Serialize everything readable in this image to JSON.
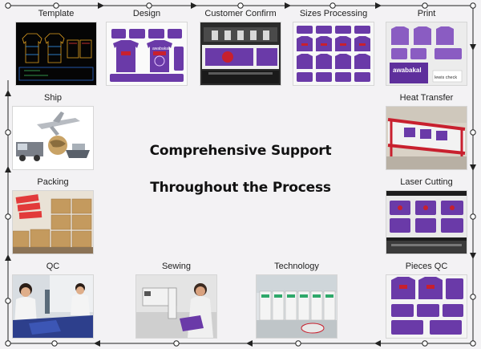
{
  "headline": {
    "line1": "Comprehensive Support",
    "line2": "Throughout the Process"
  },
  "steps": [
    {
      "label": "Template"
    },
    {
      "label": "Design"
    },
    {
      "label": "Customer Confirm"
    },
    {
      "label": "Sizes Processing"
    },
    {
      "label": "Print"
    },
    {
      "label": "Heat Transfer"
    },
    {
      "label": "Laser Cutting"
    },
    {
      "label": "Pieces QC"
    },
    {
      "label": "Technology"
    },
    {
      "label": "Sewing"
    },
    {
      "label": "QC"
    },
    {
      "label": "Packing"
    },
    {
      "label": "Ship"
    }
  ],
  "image_text": {
    "brand": "awabakal",
    "print_card": "awabakal",
    "print_tag": "lewis check"
  },
  "colors": {
    "background": "#f3f2f4",
    "line": "#222222",
    "purple": "#6a3aa8",
    "red": "#c8202e"
  }
}
